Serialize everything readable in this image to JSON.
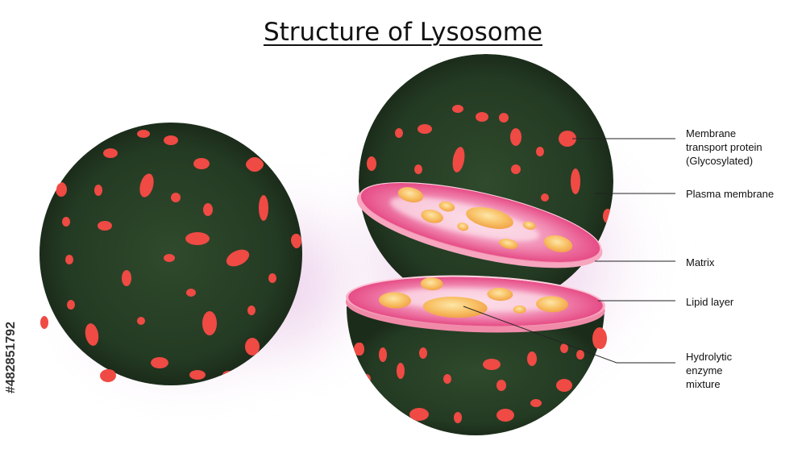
{
  "title": "Structure of Lysosome",
  "stock_id": "#482851792",
  "labels": {
    "transport_protein": [
      "Membrane",
      "transport protein",
      "(Glycosylated)"
    ],
    "plasma_membrane": "Plasma membrane",
    "matrix": "Matrix",
    "lipid_layer": "Lipid layer",
    "enzyme_mixture": [
      "Hydrolytic",
      "enzyme",
      "mixture"
    ]
  },
  "colors": {
    "membrane_green": "#243b23",
    "transport_protein_red": "#ef4a44",
    "matrix_pink": "#f07aa8",
    "enzyme_orange": "#f6b04b",
    "glow_violet": "#e8c4e6"
  }
}
